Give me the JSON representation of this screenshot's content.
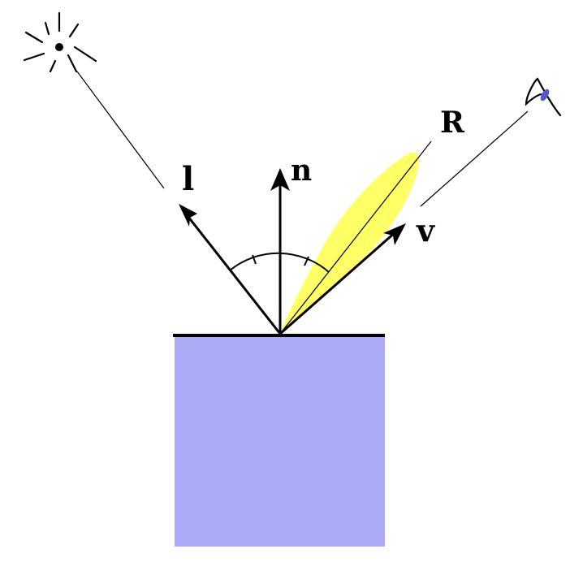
{
  "labels": {
    "light": "l",
    "normal": "n",
    "reflection": "R",
    "view": "v"
  },
  "colors": {
    "surface": "#aaaaf7",
    "specular_lobe": "#ffff66",
    "eye_pupil": "#5555cc",
    "stroke": "#000000"
  },
  "icons": {
    "light_source": "sun-icon",
    "viewer": "eye-icon"
  }
}
